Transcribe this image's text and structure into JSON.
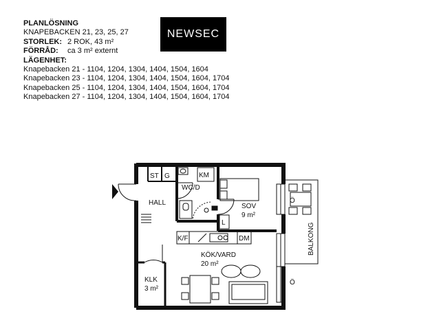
{
  "header": {
    "title": "PLANLÖSNING",
    "address": "KNAPEBACKEN 21, 23, 25, 27",
    "size_label": "STORLEK:",
    "size_value": "2 ROK, 43 m²",
    "storage_label": "FÖRRÅD:",
    "storage_value": "ca 3 m² externt",
    "apartments_label": "LÄGENHET:",
    "apartments": [
      "Knapebacken 21 - 1104, 1204, 1304, 1404, 1504, 1604",
      "Knapebacken 23 - 1104, 1204, 1304, 1404, 1504, 1604, 1704",
      "Knapebacken 25 - 1104, 1204, 1304, 1404, 1504, 1604, 1704",
      "Knapebacken 27 - 1104, 1204, 1304, 1404, 1504, 1604, 1704"
    ]
  },
  "logo": {
    "text": "NEWSEC",
    "bg": "#000000",
    "fg": "#ffffff"
  },
  "plan": {
    "st": "ST",
    "g": "G",
    "km": "KM",
    "wcd": "WC/D",
    "hall": "HALL",
    "sov": "SOV",
    "sov_area": "9 m²",
    "l": "L",
    "kf": "K/F",
    "dm": "DM",
    "kok": "KÖK/VARD",
    "kok_area": "20 m²",
    "klk": "KLK",
    "klk_area": "3 m²",
    "balkong": "BALKONG",
    "o1": "Ö",
    "o2": "Ö"
  }
}
